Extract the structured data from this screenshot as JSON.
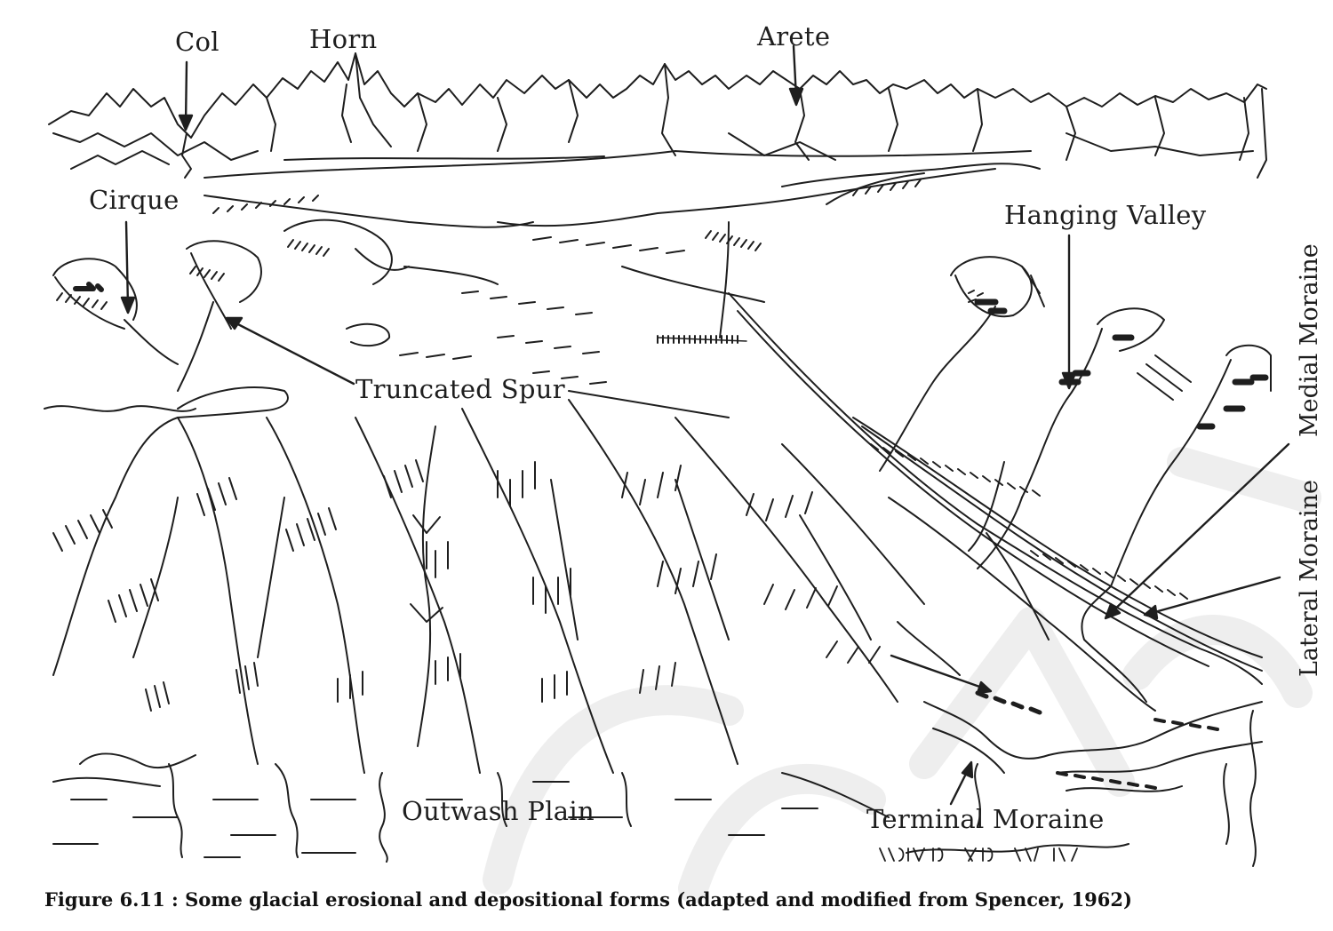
{
  "labels": {
    "col": "Col",
    "horn": "Horn",
    "arete": "Arete",
    "cirque": "Cirque",
    "hanging_valley": "Hanging Valley",
    "truncated_spur": "Truncated Spur",
    "medial_moraine": "Medial Moraine",
    "lateral_moraine": "Lateral Moraine",
    "outwash_plain": "Outwash Plain",
    "terminal_moraine": "Terminal Moraine"
  },
  "caption": "Figure 6.11 : Some glacial erosional and depositional forms (adapted and modified from Spencer, 1962)",
  "colors": {
    "ink": "#1e1e1e",
    "paper": "#ffffff",
    "watermark": "#eeeeee"
  }
}
